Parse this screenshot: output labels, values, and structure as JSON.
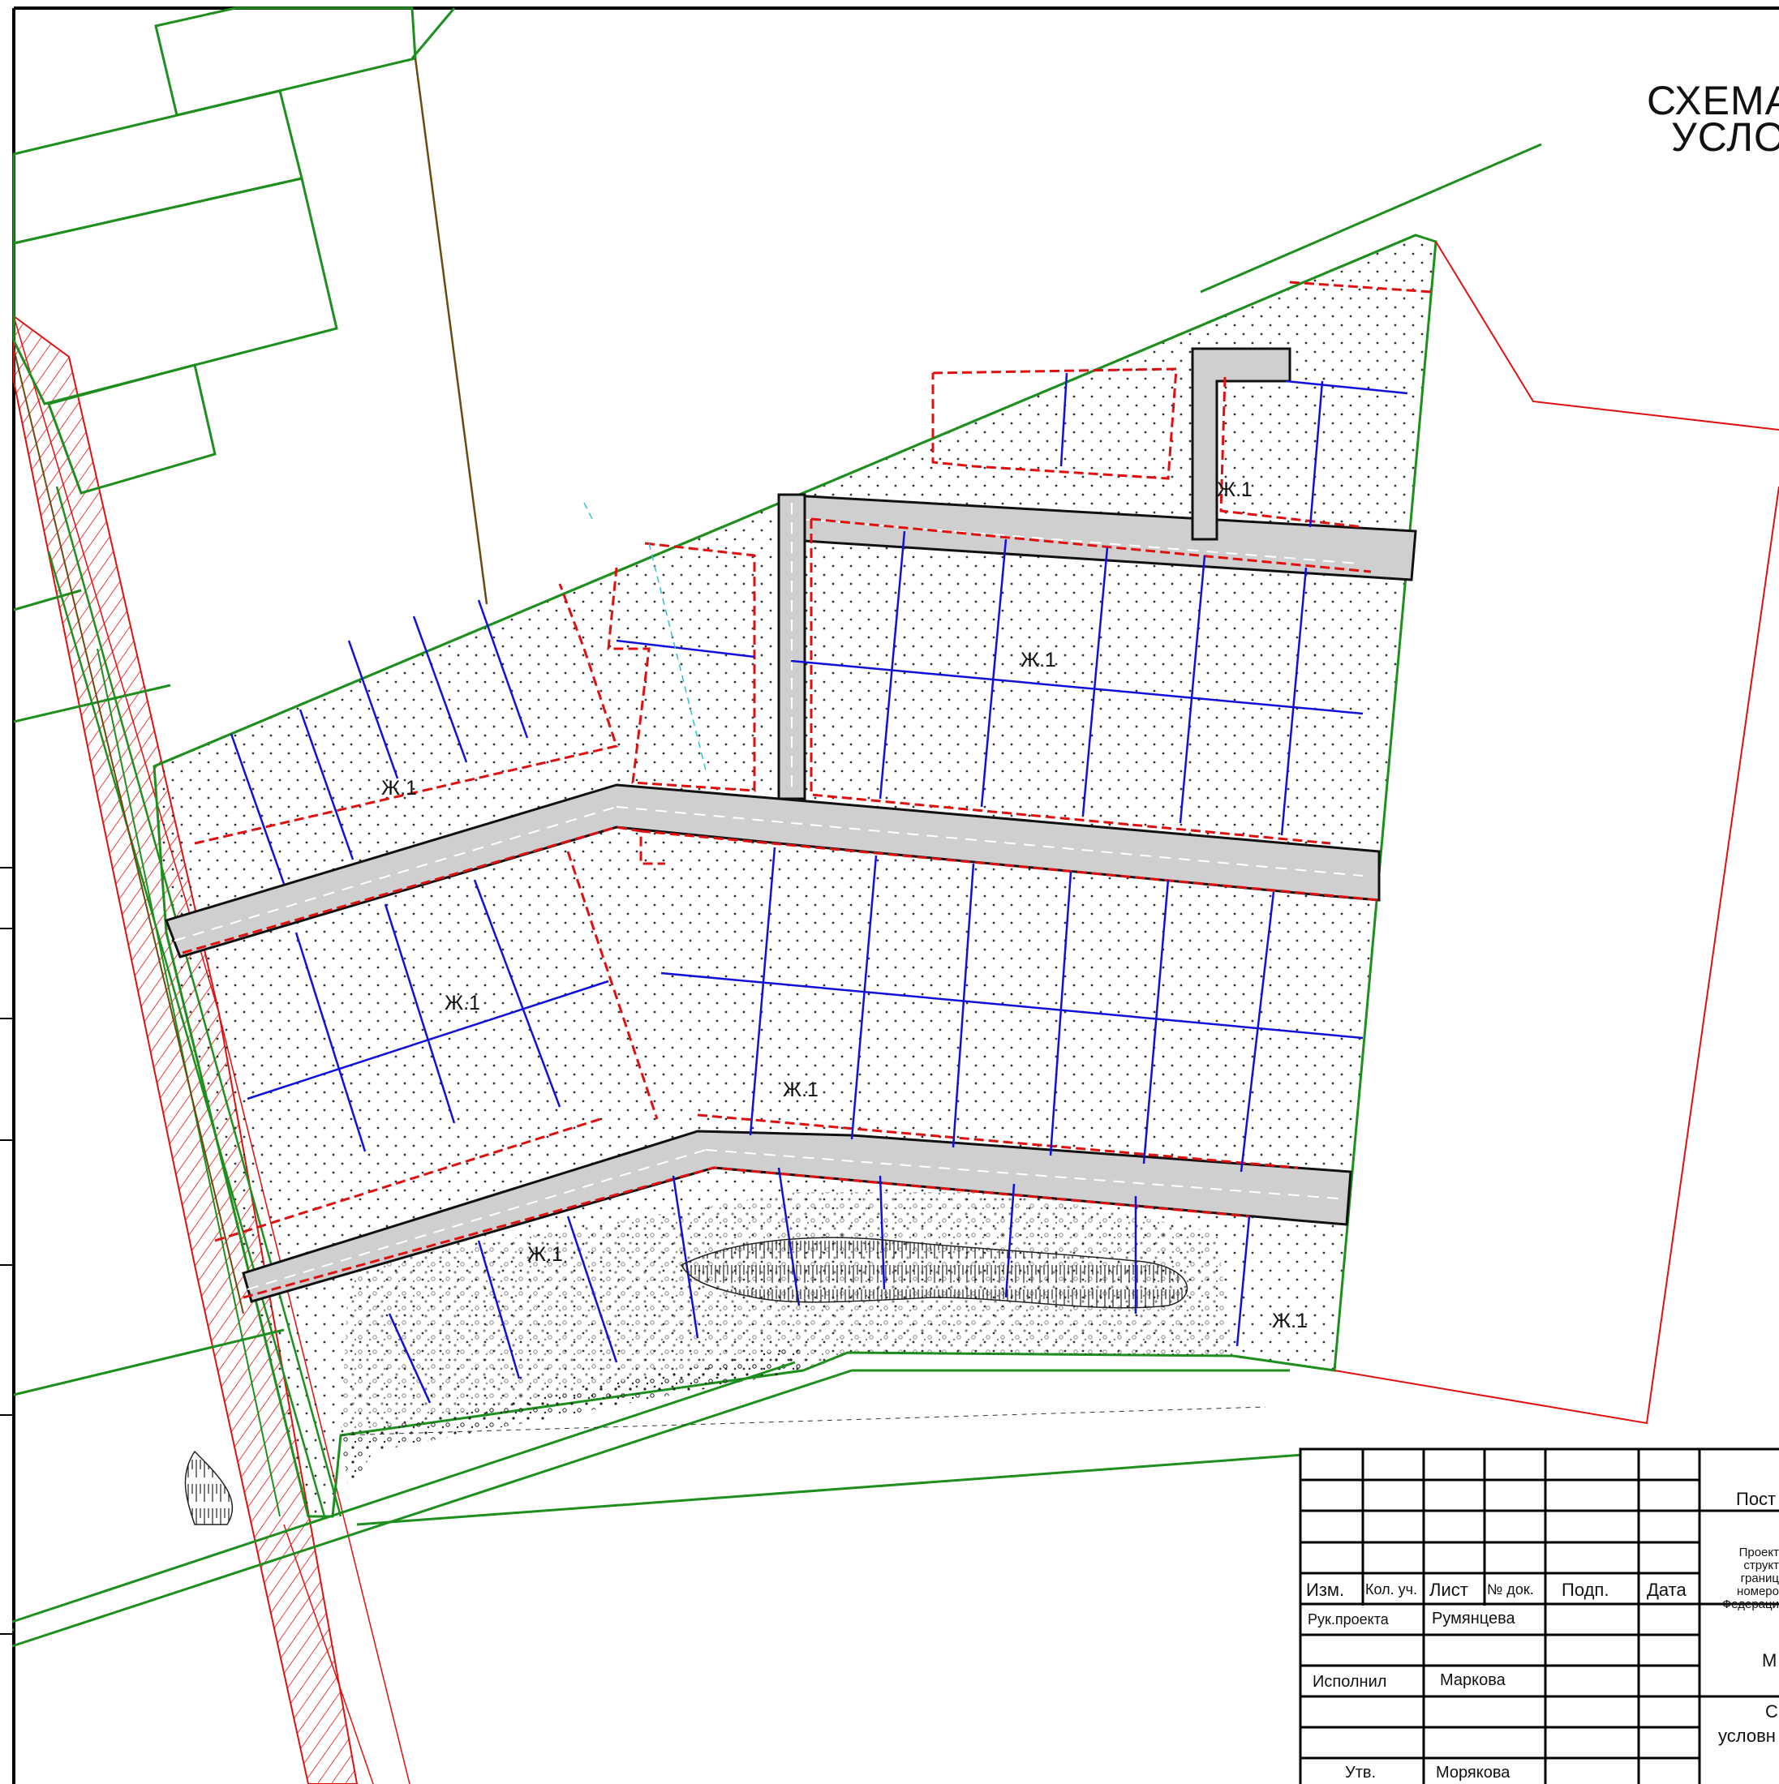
{
  "title": {
    "line1": "СХЕМА",
    "line2": "УСЛО"
  },
  "zone_code": "Ж.1",
  "stamp": {
    "header_top": "Пост",
    "columns": [
      "Изм.",
      "Кол. уч.",
      "Лист",
      "№ док.",
      "Подп.",
      "Дата"
    ],
    "description_lines": [
      "Проект",
      "структ",
      "границ",
      "номеро",
      "Федераци"
    ],
    "signers": [
      {
        "role": "Рук.проекта",
        "name": "Румянцева"
      },
      {
        "role": "Исполнил",
        "name": "Маркова"
      },
      {
        "role": "Утв.",
        "name": "Морякова"
      }
    ],
    "sheet_label_fragment": "М",
    "sheet_title_fragment_1": "С",
    "sheet_title_fragment_2": "условн"
  },
  "colors": {
    "boundary_green": "#1e8f1e",
    "parcel_blue": "#1010dd",
    "red_line": "#e01010",
    "road_fill": "#cfcfcf",
    "road_edge": "#111111",
    "old_boundary_brown": "#6b4a10",
    "frame": "#000000"
  }
}
